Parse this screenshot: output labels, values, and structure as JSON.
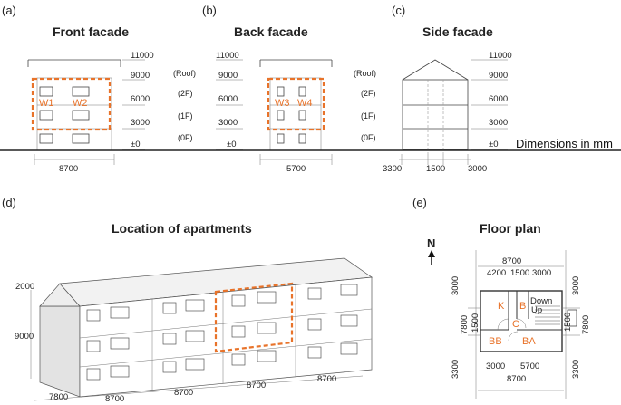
{
  "panels": {
    "a": {
      "letter": "(a)",
      "title": "Front facade",
      "w1": "W1",
      "w2": "W2",
      "width": "8700"
    },
    "b": {
      "letter": "(b)",
      "title": "Back facade",
      "w3": "W3",
      "w4": "W4",
      "width": "5700"
    },
    "c": {
      "letter": "(c)",
      "title": "Side facade",
      "w_left": "3300",
      "w_mid": "1500",
      "w_right": "3000",
      "note": "Dimensions in mm"
    },
    "d": {
      "letter": "(d)",
      "title": "Location of apartments",
      "h_top": "2000",
      "h_main": "9000",
      "w_side": "7800",
      "w1": "8700",
      "w2": "8700",
      "w3": "8700",
      "w4": "8700"
    },
    "e": {
      "letter": "(e)",
      "title": "Floor plan",
      "north": "N",
      "top_total": "8700",
      "top_a": "4200",
      "top_b": "1500",
      "top_c": "3000",
      "bot_a": "3000",
      "bot_b": "5700",
      "bot_total": "8700",
      "left_top": "3000",
      "left_mid": "7800",
      "left_mid2": "1500",
      "left_bot": "3300",
      "right_top": "3000",
      "right_mid": "7800",
      "right_mid2": "1500",
      "right_bot": "3300",
      "room_k": "K",
      "room_b": "B",
      "room_c": "C",
      "room_bb": "BB",
      "room_ba": "BA",
      "down": "Down",
      "up": "Up"
    }
  },
  "levels": {
    "elev_roof_top": "11000",
    "elev_roof": "9000",
    "elev_2f": "6000",
    "elev_1f": "3000",
    "elev_0f": "±0",
    "floor_roof": "(Roof)",
    "floor_2f": "(2F)",
    "floor_1f": "(1F)",
    "floor_0f": "(0F)"
  },
  "colors": {
    "highlight": "#e8732a",
    "line": "#444444"
  }
}
